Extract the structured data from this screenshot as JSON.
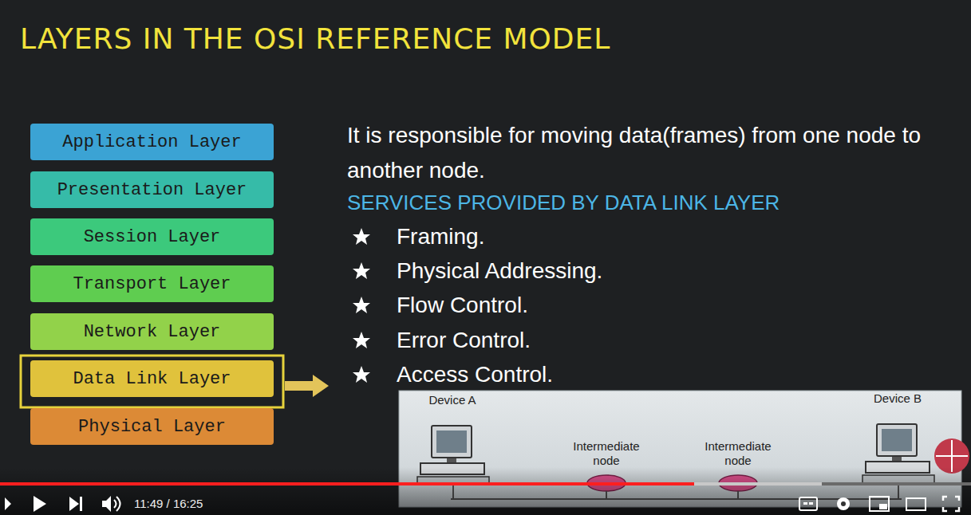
{
  "diagram": {
    "title": "LAYERS IN THE OSI REFERENCE MODEL",
    "nodes": [
      {
        "text": [
          "Application Layer"
        ]
      },
      {
        "text": [
          "Presentation Layer"
        ]
      },
      {
        "text": [
          "Session Layer"
        ]
      },
      {
        "text": [
          "Transport Layer"
        ]
      },
      {
        "text": [
          "Network Layer"
        ]
      },
      {
        "text": [
          "Data Link Layer"
        ]
      },
      {
        "text": [
          "Physical Layer"
        ]
      }
    ],
    "labels": [
      "It is responsible for moving data(frames) from one node to another node.",
      "SERVICES PROVIDED BY DATA LINK LAYER",
      "Framing.",
      "Physical Addressing.",
      "Flow Control.",
      "Error Control.",
      "Access Control.",
      "Device A",
      "Intermediate node",
      "Intermediate node",
      "Device B",
      "11:49 / 16:25"
    ]
  }
}
